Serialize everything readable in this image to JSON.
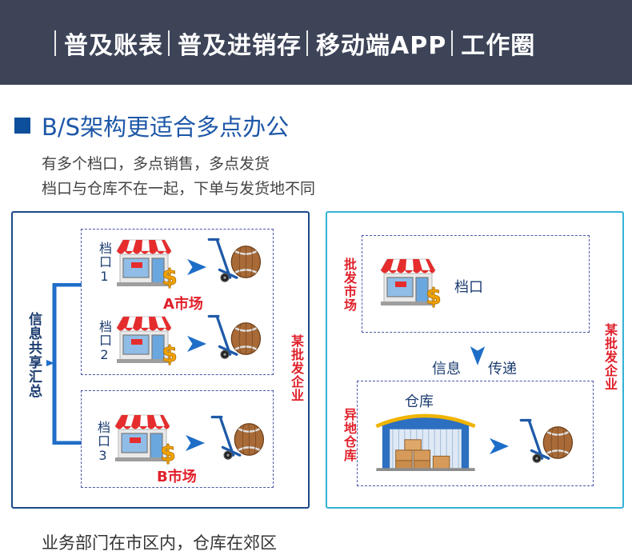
{
  "nav": {
    "items": [
      "普及账表",
      "普及进销存",
      "移动端APP",
      "工作圈"
    ]
  },
  "section": {
    "title": "B/S架构更适合多点办公",
    "desc": [
      "有多个档口，多点销售，多点发货",
      "档口与仓库不在一起，下单与发货地不同"
    ],
    "bottom_note": "业务部门在市区内，仓库在郊区"
  },
  "left_panel": {
    "info_label": "信息共享汇总",
    "enterprise_label": "某批发企业",
    "stalls": [
      "档口1",
      "档口2",
      "档口3"
    ],
    "market_a": "A市场",
    "market_b": "B市场"
  },
  "right_panel": {
    "wholesale_market": "批发市场",
    "stall": "档口",
    "info": "信息",
    "transfer": "传递",
    "remote_warehouse": "异地仓库",
    "warehouse": "仓库",
    "enterprise_label": "某批发企业"
  },
  "colors": {
    "header_bg": "#3d4458",
    "accent_blue": "#1d57a8",
    "left_border": "#1a4a8a",
    "right_border": "#35b2d8",
    "red": "#e0202a"
  },
  "icons": [
    "shop-icon",
    "dollar-icon",
    "arrow-right-icon",
    "hand-truck-barrel-icon",
    "warehouse-icon",
    "arrow-down-icon"
  ]
}
